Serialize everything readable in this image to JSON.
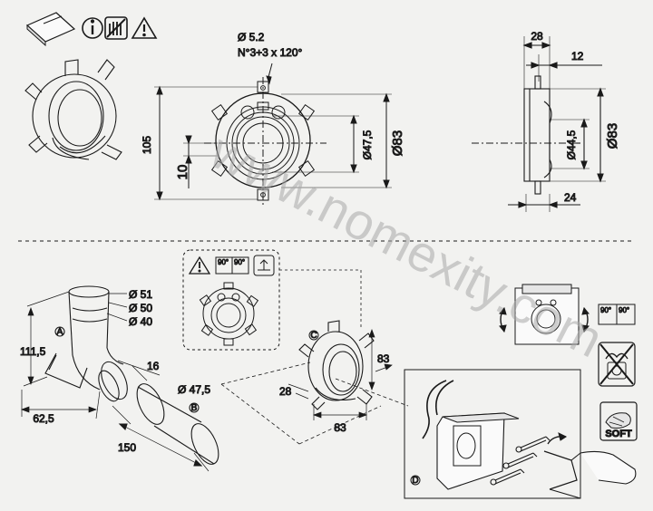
{
  "watermark": "www.nomexity.com",
  "top_icons": [
    "manual-booklet-icon",
    "info-icon",
    "no-bare-hands-icon",
    "warning-icon"
  ],
  "front_view": {
    "hole_spec_line1": "Ø 5.2",
    "hole_spec_line2": "N°3+3 x 120°",
    "dim_height": "105",
    "dim_offset": "10",
    "dim_inner_dia": "Ø47,5",
    "dim_outer_dia": "Ø83"
  },
  "side_view": {
    "dim_depth": "28",
    "dim_flange": "12",
    "dim_inner_dia": "Ø44,5",
    "dim_outer_dia": "Ø83",
    "dim_bottom": "24"
  },
  "detail_box": {
    "angle_left": "90°",
    "angle_right": "90°"
  },
  "elbow": {
    "label_a": "A",
    "dia_51": "Ø 51",
    "dia_50": "Ø 50",
    "dia_40": "Ø 40",
    "dim_height": "111,5",
    "dim_width": "62,5",
    "dim_16": "16",
    "dia_pipe": "Ø 47,5"
  },
  "pipe": {
    "label_b": "B",
    "dim_length": "150"
  },
  "ring": {
    "label_c": "C",
    "dim_width": "83",
    "dim_height": "83",
    "dim_depth": "28"
  },
  "wall": {
    "label_d": "D"
  },
  "right_panel": {
    "angle_left": "90°",
    "angle_right": "90°",
    "soft_label": "SOFT"
  }
}
